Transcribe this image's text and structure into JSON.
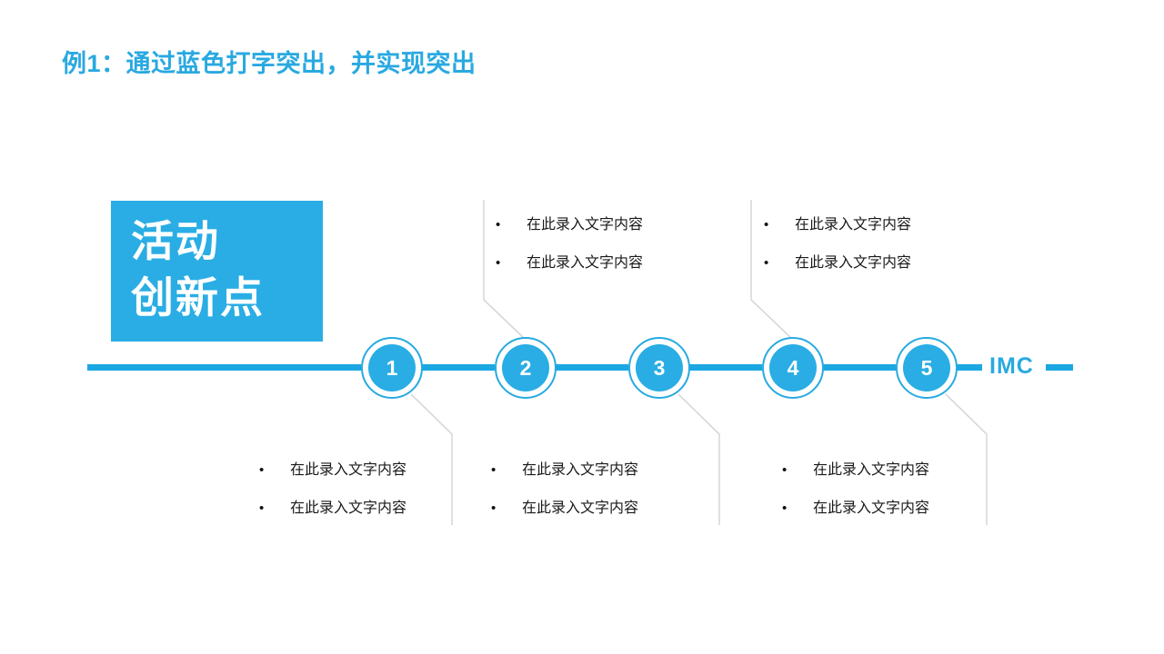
{
  "slide": {
    "title": "例1：通过蓝色打字突出，并实现突出",
    "accent_color": "#29ADE4",
    "title_color": "#29A9E0",
    "background": "#ffffff",
    "connector_color": "#d9d9d9"
  },
  "label_box": {
    "line1": "活动",
    "line2": "创新点",
    "background": "#29ADE4",
    "text_color": "#ffffff"
  },
  "timeline": {
    "end_label": "IMC",
    "nodes": [
      {
        "number": "1"
      },
      {
        "number": "2"
      },
      {
        "number": "3"
      },
      {
        "number": "4"
      },
      {
        "number": "5"
      }
    ]
  },
  "blocks": [
    {
      "id": "top-1",
      "bullet": "•",
      "items": [
        "在此录入文字内容",
        "在此录入文字内容"
      ]
    },
    {
      "id": "top-2",
      "bullet": "•",
      "items": [
        "在此录入文字内容",
        "在此录入文字内容"
      ]
    },
    {
      "id": "bottom-1",
      "bullet": "•",
      "items": [
        "在此录入文字内容",
        "在此录入文字内容"
      ]
    },
    {
      "id": "bottom-2",
      "bullet": "•",
      "items": [
        "在此录入文字内容",
        "在此录入文字内容"
      ]
    },
    {
      "id": "bottom-3",
      "bullet": "•",
      "items": [
        "在此录入文字内容",
        "在此录入文字内容"
      ]
    }
  ]
}
